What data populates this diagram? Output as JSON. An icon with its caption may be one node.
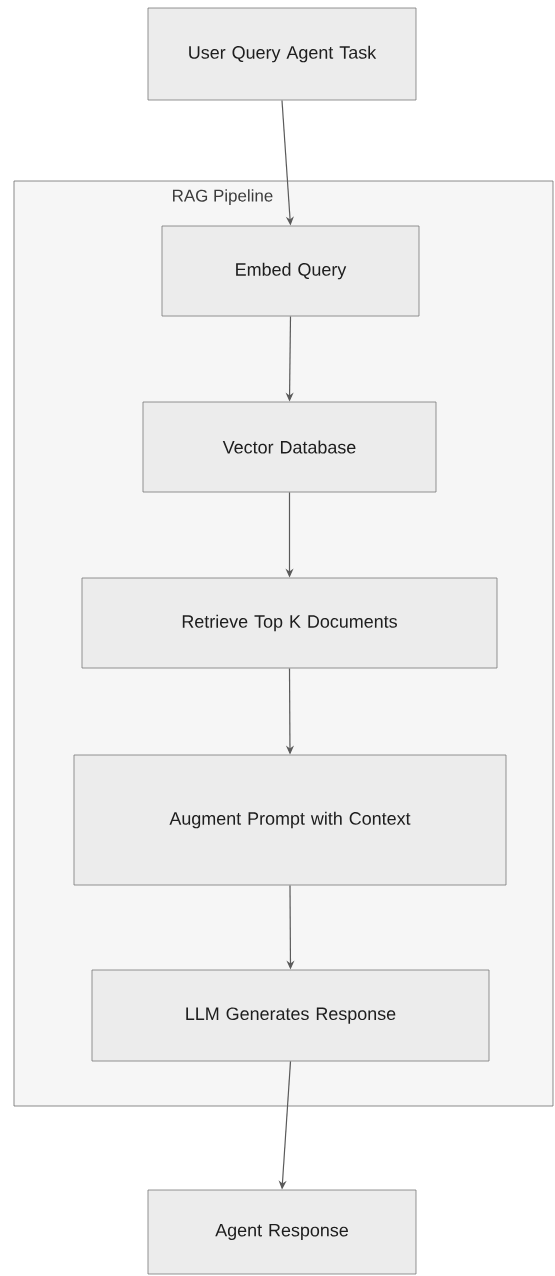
{
  "diagram": {
    "nodes": [
      {
        "text": [
          "User Query Agent Task"
        ]
      },
      {
        "text": [
          "RAG Pipeline"
        ]
      },
      {
        "text": [
          "Embed Query"
        ],
        "in": 1
      },
      {
        "text": [
          "Vector Database"
        ],
        "in": 1
      },
      {
        "text": [
          "Retrieve Top K Documents"
        ],
        "in": 1
      },
      {
        "text": [
          "Augment Prompt with Context"
        ],
        "in": 1
      },
      {
        "text": [
          "LLM Generates Response"
        ],
        "in": 1
      },
      {
        "text": [
          "Agent Response"
        ]
      }
    ],
    "edges": [
      {
        "from": 0,
        "to": 2,
        "arrow": "to"
      },
      {
        "from": 2,
        "to": 3,
        "arrow": "to"
      },
      {
        "from": 3,
        "to": 4,
        "arrow": "to"
      },
      {
        "from": 4,
        "to": 5,
        "arrow": "to"
      },
      {
        "from": 5,
        "to": 6,
        "arrow": "to"
      },
      {
        "from": 6,
        "to": 7,
        "arrow": "to"
      }
    ]
  }
}
